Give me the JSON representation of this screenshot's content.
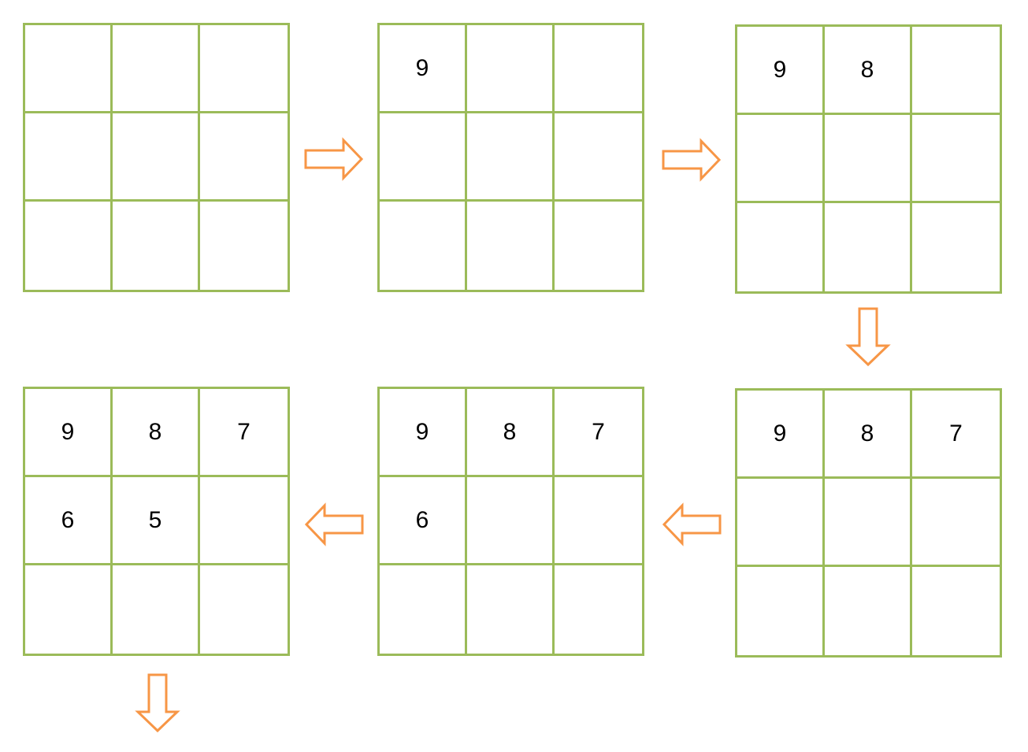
{
  "colors": {
    "grid_border": "#9bbb59",
    "arrow_stroke": "#f79646",
    "arrow_fill": "#ffffff",
    "text": "#000000"
  },
  "grids": [
    {
      "cells": [
        "",
        "",
        "",
        "",
        "",
        "",
        "",
        "",
        ""
      ]
    },
    {
      "cells": [
        "9",
        "",
        "",
        "",
        "",
        "",
        "",
        "",
        ""
      ]
    },
    {
      "cells": [
        "9",
        "8",
        "",
        "",
        "",
        "",
        "",
        "",
        ""
      ]
    },
    {
      "cells": [
        "9",
        "8",
        "7",
        "",
        "",
        "",
        "",
        "",
        ""
      ]
    },
    {
      "cells": [
        "9",
        "8",
        "7",
        "6",
        "",
        "",
        "",
        "",
        ""
      ]
    },
    {
      "cells": [
        "9",
        "8",
        "7",
        "6",
        "5",
        "",
        "",
        "",
        ""
      ]
    }
  ],
  "arrows": [
    {
      "direction": "right"
    },
    {
      "direction": "right"
    },
    {
      "direction": "down"
    },
    {
      "direction": "left"
    },
    {
      "direction": "left"
    },
    {
      "direction": "down"
    }
  ]
}
